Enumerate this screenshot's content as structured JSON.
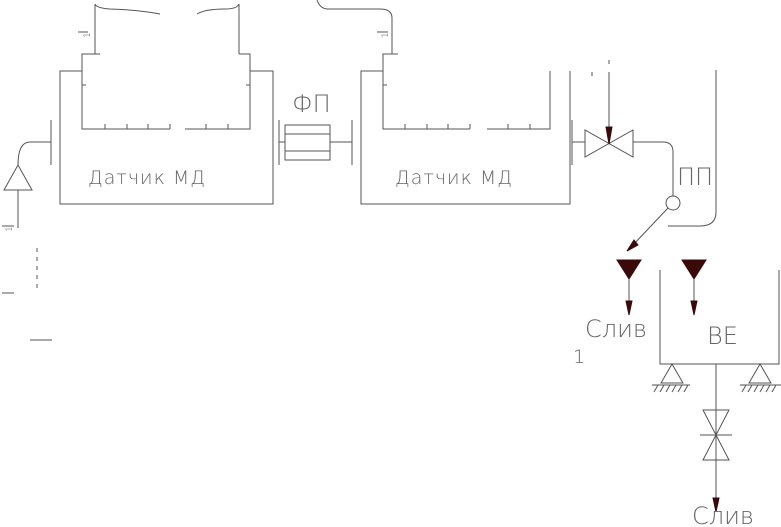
{
  "labels": {
    "sensor_left": "Датчик МД",
    "sensor_right": "Датчик МД",
    "filter": "ФП",
    "converter": "ПП",
    "drain_left": "Слив",
    "drain_bottom": "Слив",
    "tank": "ВЕ",
    "marker_one": "1",
    "pipe_one_left": "1",
    "pipe_one_right": "1",
    "pipe_one_inlet": "1"
  },
  "colors": {
    "line": "#555555",
    "arrow": "#3a0a0a"
  }
}
